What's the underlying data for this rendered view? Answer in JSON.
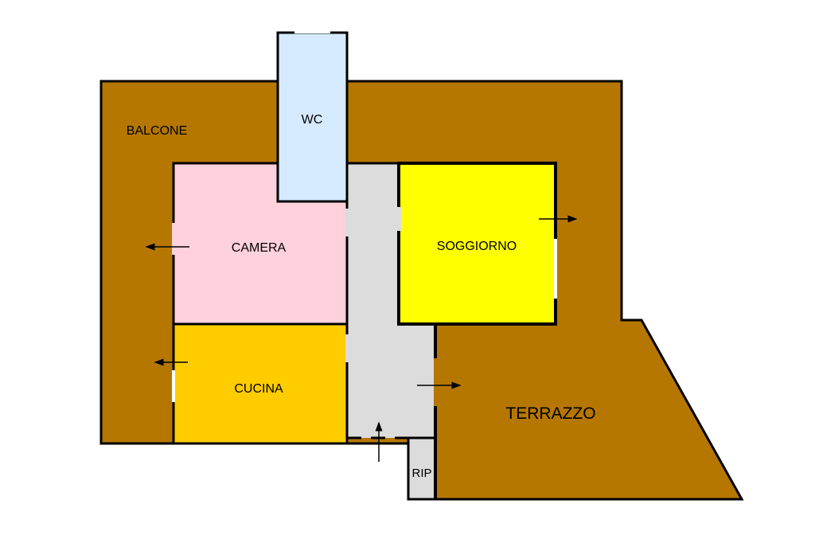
{
  "rooms": {
    "balcone": "BALCONE",
    "wc": "WC",
    "camera": "CAMERA",
    "soggiorno": "SOGGIORNO",
    "cucina": "CUCINA",
    "terrazzo": "TERRAZZO",
    "rip": "RIP"
  },
  "colors": {
    "outdoor": "#b57700",
    "wc": "#d6eaff",
    "camera": "#ffd1dc",
    "cucina": "#ffcc00",
    "soggiorno": "#ffff00",
    "corridor": "#dcdcdc",
    "wall": "#000000"
  }
}
